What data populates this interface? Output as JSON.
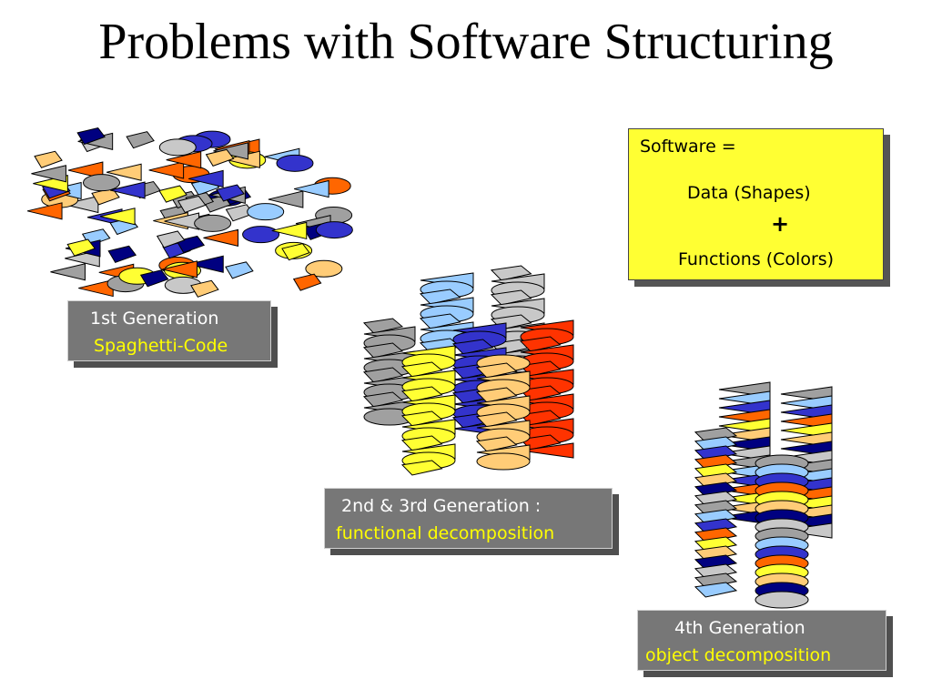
{
  "slide": {
    "title": "Problems with Software Structuring"
  },
  "legend": {
    "line1": "Software =",
    "line2": "Data (Shapes)",
    "line3": "+",
    "line4": "Functions (Colors)"
  },
  "generations": [
    {
      "line1": "1st Generation",
      "line2": "Spaghetti-Code"
    },
    {
      "line1": "2nd & 3rd Generation :",
      "line2": "functional decomposition"
    },
    {
      "line1": "4th  Generation",
      "line2": "object decomposition"
    }
  ],
  "colors": {
    "grey": "#a0a0a0",
    "lightblue": "#99ccff",
    "blue": "#3333cc",
    "orange": "#ff6600",
    "red": "#ff3300",
    "yellow": "#ffff33",
    "peach": "#ffcc77",
    "navy": "#000080",
    "lightgrey": "#c8c8c8",
    "label_box_bg": "#777777",
    "label_highlight": "#ffff00",
    "legend_bg": "#ffff33"
  },
  "illustration": {
    "type": "shape-stacks",
    "shapes": [
      "triangle",
      "ellipse",
      "box"
    ]
  }
}
